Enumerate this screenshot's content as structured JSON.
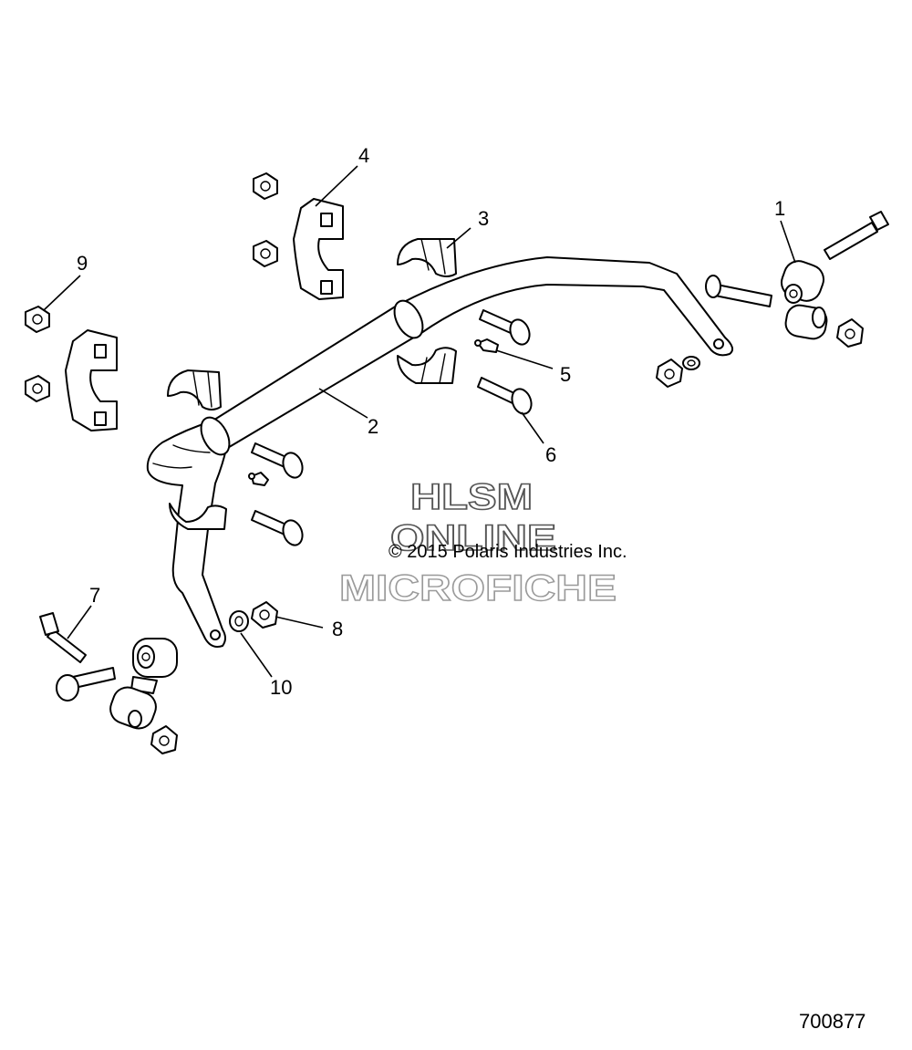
{
  "diagram": {
    "callouts": [
      {
        "id": "1",
        "label": "1"
      },
      {
        "id": "2",
        "label": "2"
      },
      {
        "id": "3",
        "label": "3"
      },
      {
        "id": "4",
        "label": "4"
      },
      {
        "id": "5",
        "label": "5"
      },
      {
        "id": "6",
        "label": "6"
      },
      {
        "id": "7",
        "label": "7"
      },
      {
        "id": "8",
        "label": "8"
      },
      {
        "id": "9",
        "label": "9"
      },
      {
        "id": "10",
        "label": "10"
      }
    ],
    "copyright": "© 2015 Polaris Industries Inc.",
    "watermark": {
      "line1": "HLSM",
      "line2": "ONLINE",
      "line3": "MICROFICHE"
    },
    "figure_number": "700877",
    "colors": {
      "line": "#000000",
      "background": "#ffffff",
      "watermark": "#555555"
    }
  }
}
